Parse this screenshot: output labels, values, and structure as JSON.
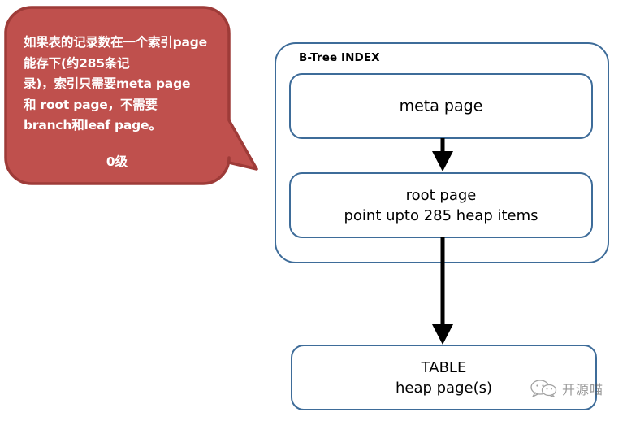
{
  "callout": {
    "body_text": "如果表的记录数在一个索引page能存下(约285条记\n录)，索引只需要meta page\n和 root page，不需要\nbranch和leaf page。",
    "level_label": "0级",
    "fill_color": "#BF504D",
    "stroke_color": "#9E3B38",
    "text_color": "#FFFFFF"
  },
  "diagram": {
    "container": {
      "title": "B-Tree INDEX",
      "border_color": "#3E6C99"
    },
    "boxes": [
      {
        "id": "meta-page",
        "label": "meta page"
      },
      {
        "id": "root-page",
        "label": "root page\npoint upto 285 heap items"
      },
      {
        "id": "table",
        "label": "TABLE\nheap page(s)"
      }
    ],
    "arrows": [
      {
        "id": "meta-to-root",
        "from": "meta page",
        "to": "root page",
        "color": "#000000"
      },
      {
        "id": "root-to-table",
        "from": "root page",
        "to": "TABLE",
        "color": "#000000"
      }
    ]
  },
  "watermark": {
    "icon": "wechat-bubbles-icon",
    "text": "开源喵"
  }
}
